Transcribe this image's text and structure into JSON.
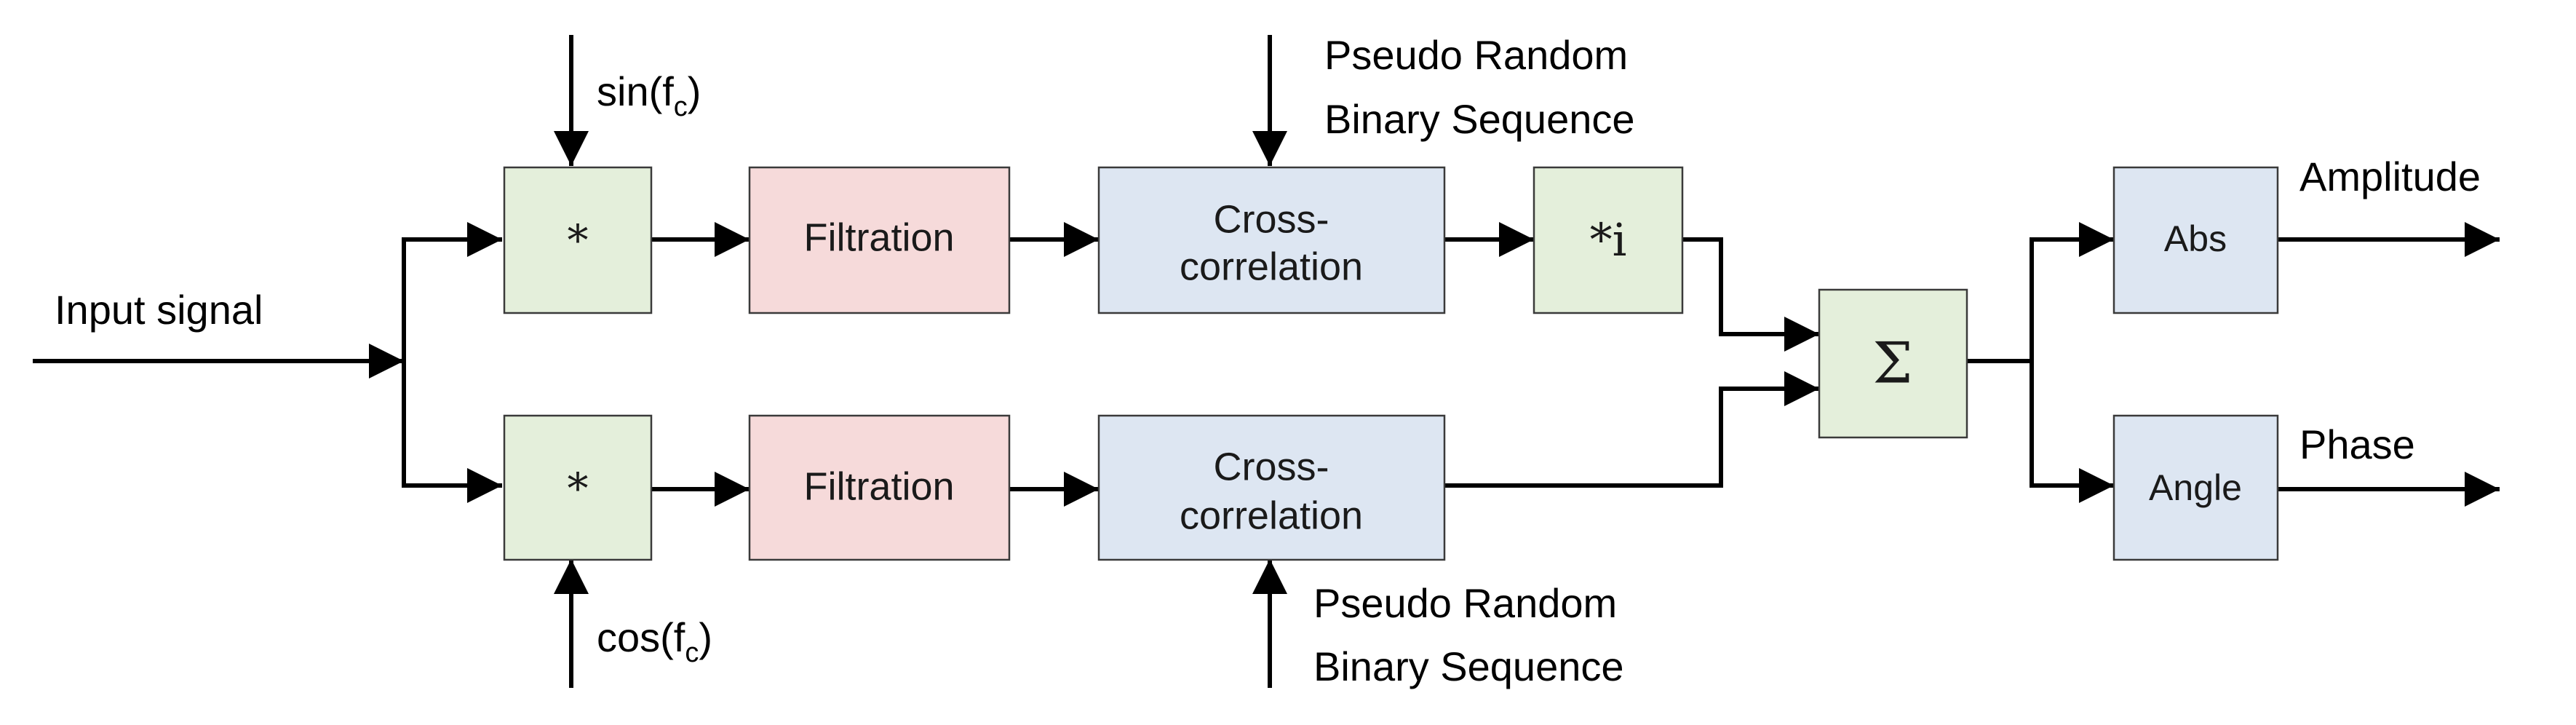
{
  "colors": {
    "mixer_fill": "#e4efdb",
    "filter_fill": "#f6dada",
    "correlation_fill": "#dde6f2",
    "output_fill": "#dde6f2",
    "sum_fill": "#e4efdb",
    "line": "#000000"
  },
  "inputs": {
    "input_signal": "Input signal",
    "sin_ref": {
      "func": "sin(f",
      "sub": "c",
      "close": ")"
    },
    "cos_ref": {
      "func": "cos(f",
      "sub": "c",
      "close": ")"
    },
    "prbs_top": [
      "Pseudo Random",
      "Binary Sequence"
    ],
    "prbs_bottom": [
      "Pseudo Random",
      "Binary Sequence"
    ]
  },
  "blocks": {
    "mixer_top": "*",
    "mixer_bottom": "*",
    "filter_top": "Filtration",
    "filter_bottom": "Filtration",
    "xcorr_top": [
      "Cross-",
      "correlation"
    ],
    "xcorr_bottom": [
      "Cross-",
      "correlation"
    ],
    "imag_mult": "*i",
    "sum": "Σ",
    "abs": "Abs",
    "angle": "Angle"
  },
  "outputs": {
    "amplitude": "Amplitude",
    "phase": "Phase"
  }
}
